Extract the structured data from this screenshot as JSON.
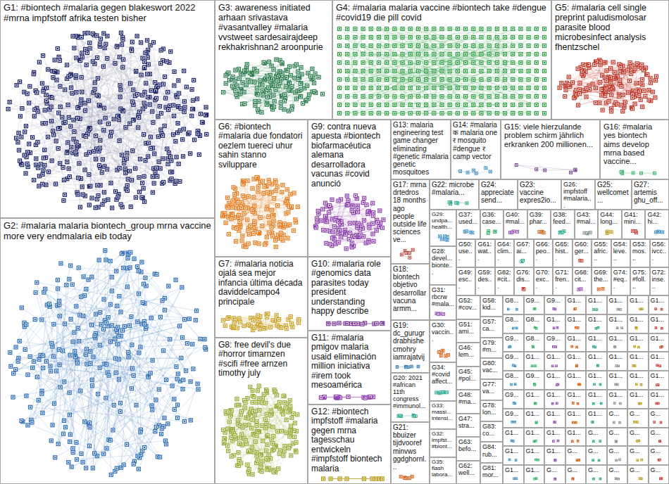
{
  "diagram": {
    "nodes": [
      {
        "text": [
          "G1: #biontech #malaria gegen blakeswort 2022 #mrna impfstoff afrika testen bisher"
        ]
      },
      {
        "text": [
          "G2: #malaria malaria biontech_group mrna vaccine more very endmalaria eib today"
        ]
      },
      {
        "text": [
          "G3: awareness initiated arhaan srivastava #vasantvalley #malaria vvstweet sardesairajdeep rekhakrishnan2 aroonpurie"
        ]
      },
      {
        "text": [
          "G4: #malaria malaria vaccine #biontech take #dengue #covid19 die pill covid"
        ]
      },
      {
        "text": [
          "G5: #malaria cell single preprint paludismolosar parasite blood microbesinfect analysis fhentzschel"
        ]
      },
      {
        "text": [
          "G6: #biontech #malaria due fondatori oezlem tuereci uhur sahin stanno sviluppare"
        ]
      },
      {
        "text": [
          "G9: contra nueva apuesta #biontech biofarmacéutica alemana desarrolladora vacunas #covid anunció"
        ]
      },
      {
        "text": [
          "G13: malaria engineering test game changer eliminating #genetic #malaria genetic mosquitoes"
        ]
      },
      {
        "text": [
          "G14: #malaria क malaria one र mosquito #dengue र camp vector"
        ]
      },
      {
        "text": [
          "G15: viele hierzulande problem schirm jährlich erkranken 200 millionen..."
        ]
      },
      {
        "text": [
          "G16: #malaria yes biontech aims develop mrna based vaccine..."
        ]
      },
      {
        "text": [
          "G17: mrna drtedros 18 months ago people outside life sciences ve..."
        ]
      },
      {
        "text": [
          "G22: microbe #malaria..."
        ]
      },
      {
        "text": [
          "G24: appreciate send..."
        ]
      },
      {
        "text": [
          "G23: vaccine expres2io..."
        ]
      },
      {
        "text": [
          "G26: impfstoff #malaria..."
        ]
      },
      {
        "text": [
          "G25: wellcomet..."
        ]
      },
      {
        "text": [
          "G27: artemis ghu_off..."
        ]
      },
      {
        "text": [
          "G7: #malaria noticia ojalá sea mejor infancia última década daviddelcampo4 principale"
        ]
      },
      {
        "text": [
          "G10: #malaria role #genomics data parasites today president understanding happy describe"
        ]
      },
      {
        "text": [
          "G18: biontech objetivo desarrollar vacuna armm..."
        ]
      },
      {
        "text": [
          "G19: dc_gurugr drabhishe cmohry iamrajatvij"
        ]
      },
      {
        "text": [
          "G8: free devil's due #horror timarnzen #scifi #free arnzen timothy july"
        ]
      },
      {
        "text": [
          "G11: #malaria pmigov malaria usaid eliminación million iniciativa #irem took mesoamérica"
        ]
      },
      {
        "text": [
          "G20: 2021 #african 11th congress #immunol..."
        ]
      },
      {
        "text": [
          "G21: bbuizer tijdvooref minvws ggdghornl..."
        ]
      },
      {
        "text": [
          "G12: #biontech impfstoff #malaria gegen mrna tagesschau entwickeln #impfstoff biontech malaria"
        ]
      },
      {
        "text": [
          "G29: undpa... health..."
        ]
      },
      {
        "text": [
          "G28: devel... bionte..."
        ]
      },
      {
        "text": [
          "G31: rbcrw #mala..."
        ]
      },
      {
        "text": [
          "G30: vaccin..."
        ]
      },
      {
        "text": [
          "G34: #covid affect..."
        ]
      },
      {
        "text": [
          "G33: massi... intensi..."
        ]
      },
      {
        "text": [
          "G32: impfst... #biont..."
        ]
      },
      {
        "text": [
          "G35: flash labora..."
        ]
      },
      {
        "text": [
          "G37: used..."
        ]
      },
      {
        "text": [
          "G36: case..."
        ]
      },
      {
        "text": [
          "G40: #mal..."
        ]
      },
      {
        "text": [
          "G39: phar..."
        ]
      },
      {
        "text": [
          "G38: feed..."
        ]
      },
      {
        "text": [
          "G43: #mal..."
        ]
      },
      {
        "text": [
          "G44: long..."
        ]
      },
      {
        "text": [
          "G41: mini..."
        ]
      },
      {
        "text": [
          "G42: hi..."
        ]
      },
      {
        "text": [
          "G50: use..."
        ]
      },
      {
        "text": [
          "G61: wat..."
        ]
      },
      {
        "text": [
          "G64: clim..."
        ]
      },
      {
        "text": [
          "G67: ai..."
        ]
      },
      {
        "text": [
          "G66: peo..."
        ]
      },
      {
        "text": [
          "G65: hist..."
        ]
      },
      {
        "text": [
          "G60: ger..."
        ]
      },
      {
        "text": [
          "G55: afric..."
        ]
      },
      {
        "text": [
          "G54: leve..."
        ]
      },
      {
        "text": [
          "G53: mos..."
        ]
      },
      {
        "text": [
          "G56: ivcc..."
        ]
      },
      {
        "text": [
          "G49: esc..."
        ]
      },
      {
        "text": [
          "G59: des..."
        ]
      },
      {
        "text": [
          "G82: #cit..."
        ]
      },
      {
        "text": [
          "G76: dis..."
        ]
      },
      {
        "text": [
          "G70: exc..."
        ]
      },
      {
        "text": [
          "G71: fren..."
        ]
      },
      {
        "text": [
          "G68: cit..."
        ]
      },
      {
        "text": [
          "G69: the..."
        ]
      },
      {
        "text": [
          "G74: #eq..."
        ]
      },
      {
        "text": [
          "G75: #foll..."
        ]
      },
      {
        "text": [
          "G72: inse..."
        ]
      },
      {
        "text": [
          "G52: #cov..."
        ]
      },
      {
        "text": [
          "G51: ami..."
        ]
      },
      {
        "text": [
          "G46: lem..."
        ]
      },
      {
        "text": [
          "G45: #pol..."
        ]
      },
      {
        "text": [
          "G48: #ma..."
        ]
      },
      {
        "text": [
          "G47: stra..."
        ]
      },
      {
        "text": [
          "G63: befo..."
        ]
      },
      {
        "text": [
          "G62: well..."
        ]
      },
      {
        "text": [
          "G58: kid..."
        ]
      },
      {
        "text": [
          "G57: ca..."
        ]
      },
      {
        "text": [
          "G79: #m..."
        ]
      },
      {
        "text": [
          "G80: vac..."
        ]
      },
      {
        "text": [
          "G77: va..."
        ]
      },
      {
        "text": [
          "G78: lon..."
        ]
      },
      {
        "text": [
          "G83: co..."
        ]
      },
      {
        "text": [
          "G84: rub..."
        ]
      },
      {
        "text": [
          "G81: mor..."
        ]
      },
      {
        "text": [
          "G8..."
        ]
      },
      {
        "text": [
          "G9..."
        ]
      },
      {
        "text": [
          "G9..."
        ]
      },
      {
        "text": [
          "G1..."
        ]
      },
      {
        "text": [
          "G1..."
        ]
      },
      {
        "text": [
          "G1..."
        ]
      },
      {
        "text": [
          "G1..."
        ]
      },
      {
        "text": [
          "G1..."
        ]
      },
      {
        "text": [
          "G8..."
        ]
      },
      {
        "text": [
          "G8..."
        ]
      },
      {
        "text": [
          "G1..."
        ]
      },
      {
        "text": [
          "G1..."
        ]
      },
      {
        "text": [
          "G1..."
        ]
      },
      {
        "text": [
          "G1..."
        ]
      },
      {
        "text": [
          "G1..."
        ]
      },
      {
        "text": [
          "G1..."
        ]
      },
      {
        "text": [
          "G9..."
        ]
      },
      {
        "text": [
          "G8..."
        ]
      },
      {
        "text": [
          "G9..."
        ]
      },
      {
        "text": [
          "G1..."
        ]
      },
      {
        "text": [
          "G1..."
        ]
      },
      {
        "text": [
          "G1..."
        ]
      },
      {
        "text": [
          "G1..."
        ]
      },
      {
        "text": [
          "G1..."
        ]
      },
      {
        "text": [
          "G9..."
        ]
      },
      {
        "text": [
          "G1..."
        ]
      },
      {
        "text": [
          "G1..."
        ]
      },
      {
        "text": [
          "G1..."
        ]
      },
      {
        "text": [
          "G1..."
        ]
      },
      {
        "text": [
          "G1..."
        ]
      },
      {
        "text": [
          "G1..."
        ]
      },
      {
        "text": [
          "G1..."
        ]
      },
      {
        "text": [
          "G8..."
        ]
      },
      {
        "text": [
          "G9..."
        ]
      },
      {
        "text": [
          "G1..."
        ]
      },
      {
        "text": [
          "G1..."
        ]
      },
      {
        "text": [
          "G1..."
        ]
      },
      {
        "text": [
          "G1..."
        ]
      },
      {
        "text": [
          "G1..."
        ]
      },
      {
        "text": [
          "G1..."
        ]
      },
      {
        "text": [
          "G9..."
        ]
      },
      {
        "text": [
          "G1..."
        ]
      },
      {
        "text": [
          "G1..."
        ]
      },
      {
        "text": [
          "G1..."
        ]
      },
      {
        "text": [
          "G1..."
        ]
      },
      {
        "text": [
          "G1..."
        ]
      },
      {
        "text": [
          "G1..."
        ]
      },
      {
        "text": [
          "G1..."
        ]
      },
      {
        "text": [
          "G9..."
        ]
      },
      {
        "text": [
          "G1..."
        ]
      },
      {
        "text": [
          "G1..."
        ]
      },
      {
        "text": [
          "G1..."
        ]
      },
      {
        "text": [
          "G1..."
        ]
      },
      {
        "text": [
          "G..."
        ]
      },
      {
        "text": [
          "G..."
        ]
      },
      {
        "text": [
          "G..."
        ]
      },
      {
        "text": [
          "G1..."
        ]
      },
      {
        "text": [
          "G1..."
        ]
      },
      {
        "text": [
          "G1..."
        ]
      },
      {
        "text": [
          "G1..."
        ]
      },
      {
        "text": [
          "G..."
        ]
      },
      {
        "text": [
          "G..."
        ]
      },
      {
        "text": [
          "G..."
        ]
      },
      {
        "text": [
          "G..."
        ]
      },
      {
        "text": [
          "G1..."
        ]
      },
      {
        "text": [
          "G1..."
        ]
      },
      {
        "text": [
          "G1..."
        ]
      },
      {
        "text": [
          "G..."
        ]
      },
      {
        "text": [
          "G..."
        ]
      },
      {
        "text": [
          "G..."
        ]
      },
      {
        "text": [
          "G..."
        ]
      },
      {
        "text": [
          "G..."
        ]
      },
      {
        "text": [
          "G1..."
        ]
      },
      {
        "text": [
          "G1..."
        ]
      },
      {
        "text": [
          "G..."
        ]
      },
      {
        "text": [
          "G..."
        ]
      },
      {
        "text": [
          "G..."
        ]
      },
      {
        "text": [
          "G..."
        ]
      },
      {
        "text": [
          "G..."
        ]
      },
      {
        "text": [
          "G..."
        ]
      }
    ]
  }
}
